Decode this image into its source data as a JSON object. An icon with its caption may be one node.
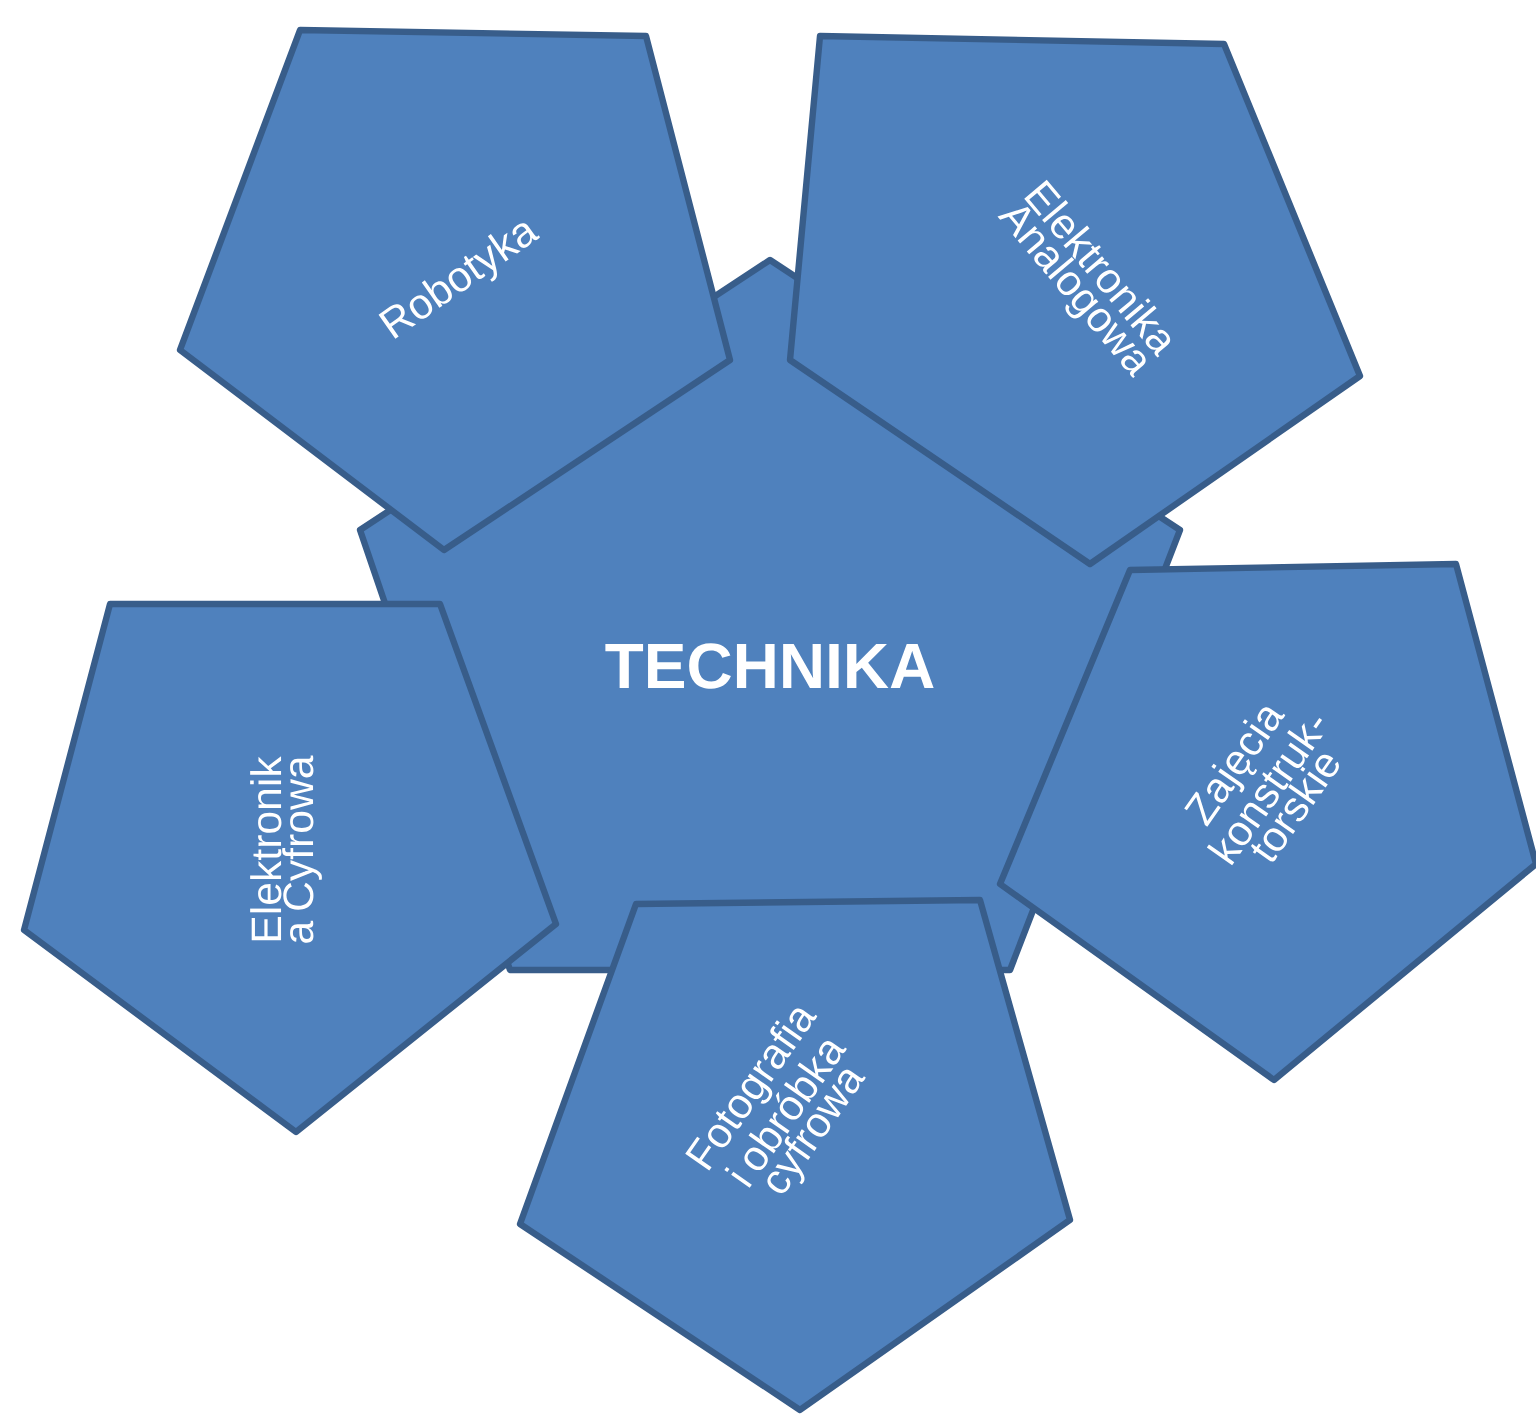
{
  "diagram": {
    "nodes": [
      {
        "text": [
          "TECHNIKA"
        ]
      },
      {
        "text": [
          "Robotyka"
        ]
      },
      {
        "text": [
          "Elektronika Analogowa"
        ]
      },
      {
        "text": [
          "Zajęcia konstruk- torskie"
        ]
      },
      {
        "text": [
          "Fotografia i obróbka cyfrowa"
        ]
      },
      {
        "text": [
          "Elektronik a Cyfrowa"
        ]
      }
    ]
  }
}
